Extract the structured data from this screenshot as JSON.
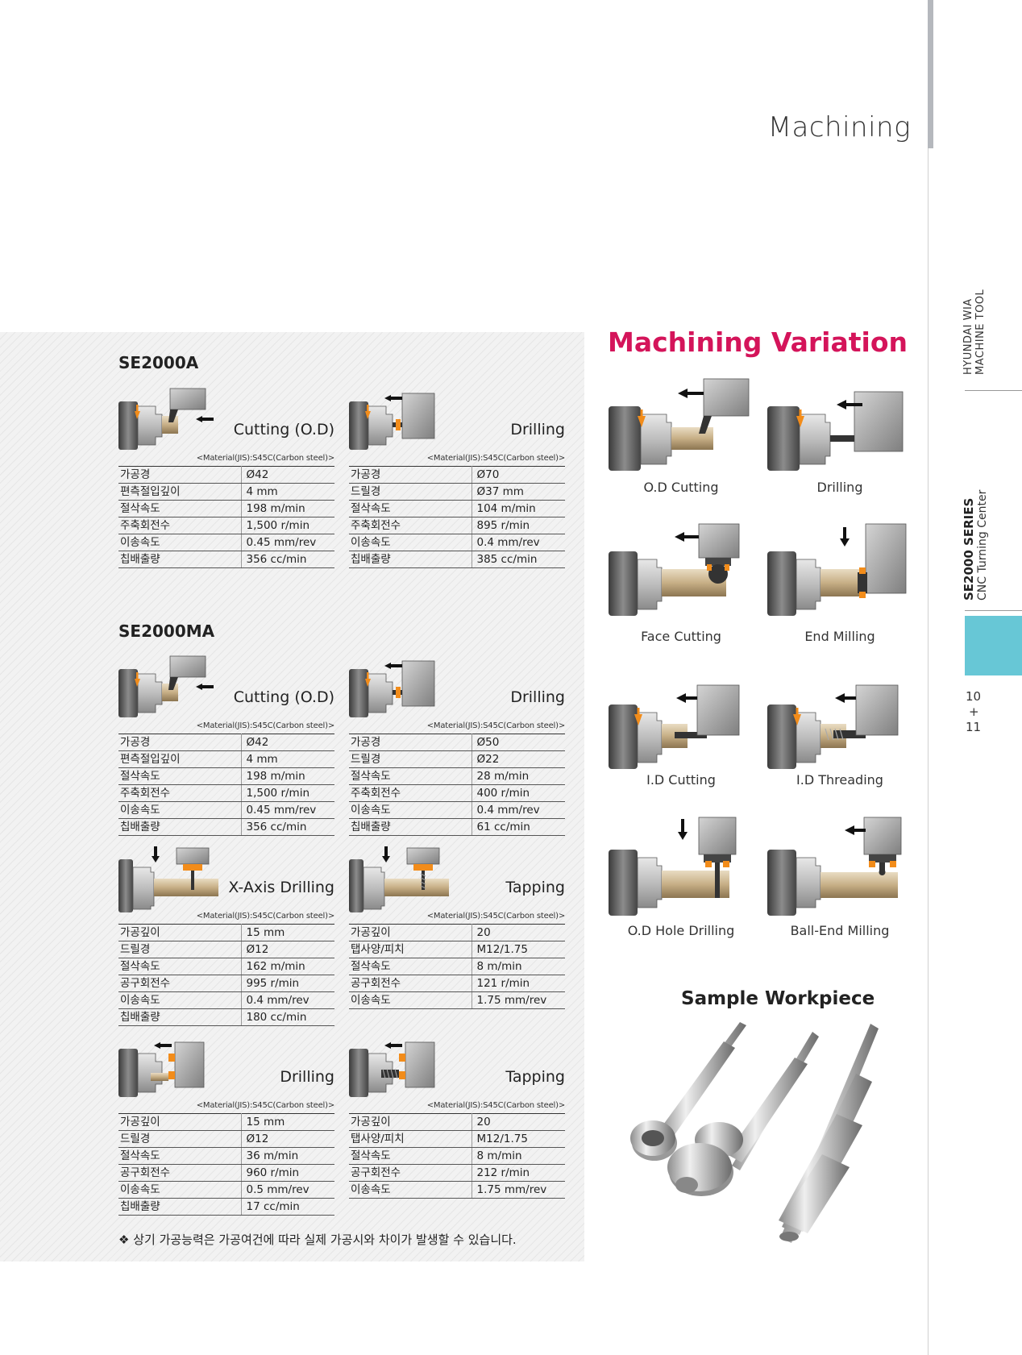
{
  "header": {
    "title": "Machining"
  },
  "rail": {
    "brand_line1": "HYUNDAI WIA",
    "brand_line2": "MACHINE TOOL",
    "series": "SE2000 SERIES",
    "subtitle": "CNC Turning Center",
    "page_a": "10",
    "page_sep": "+",
    "page_b": "11",
    "accent_color": "#67c7d6"
  },
  "left": {
    "model_a": "SE2000A",
    "model_b": "SE2000MA",
    "material": "<Material(JIS):S45C(Carbon steel)>",
    "ops": {
      "a_cut": {
        "name": "Cutting (O.D)",
        "rows": [
          {
            "k": "가공경",
            "v": "Ø42"
          },
          {
            "k": "편측절입깊이",
            "v": "4 mm"
          },
          {
            "k": "절삭속도",
            "v": "198 m/min"
          },
          {
            "k": "주축회전수",
            "v": "1,500 r/min"
          },
          {
            "k": "이송속도",
            "v": "0.45 mm/rev"
          },
          {
            "k": "칩배출량",
            "v": "356 cc/min"
          }
        ]
      },
      "a_drill": {
        "name": "Drilling",
        "rows": [
          {
            "k": "가공경",
            "v": "Ø70"
          },
          {
            "k": "드릴경",
            "v": "Ø37 mm"
          },
          {
            "k": "절삭속도",
            "v": "104 m/min"
          },
          {
            "k": "주축회전수",
            "v": "895 r/min"
          },
          {
            "k": "이송속도",
            "v": "0.4 mm/rev"
          },
          {
            "k": "칩배출량",
            "v": "385 cc/min"
          }
        ]
      },
      "b_cut": {
        "name": "Cutting (O.D)",
        "rows": [
          {
            "k": "가공경",
            "v": "Ø42"
          },
          {
            "k": "편측절입깊이",
            "v": "4 mm"
          },
          {
            "k": "절삭속도",
            "v": "198 m/min"
          },
          {
            "k": "주축회전수",
            "v": "1,500 r/min"
          },
          {
            "k": "이송속도",
            "v": "0.45 mm/rev"
          },
          {
            "k": "칩배출량",
            "v": "356 cc/min"
          }
        ]
      },
      "b_drill": {
        "name": "Drilling",
        "rows": [
          {
            "k": "가공경",
            "v": "Ø50"
          },
          {
            "k": "드릴경",
            "v": "Ø22"
          },
          {
            "k": "절삭속도",
            "v": "28 m/min"
          },
          {
            "k": "주축회전수",
            "v": "400 r/min"
          },
          {
            "k": "이송속도",
            "v": "0.4 mm/rev"
          },
          {
            "k": "칩배출량",
            "v": "61 cc/min"
          }
        ]
      },
      "b_xdrill": {
        "name": "X-Axis Drilling",
        "rows": [
          {
            "k": "가공깊이",
            "v": "15 mm"
          },
          {
            "k": "드릴경",
            "v": "Ø12"
          },
          {
            "k": "절삭속도",
            "v": "162 m/min"
          },
          {
            "k": "공구회전수",
            "v": "995 r/min"
          },
          {
            "k": "이송속도",
            "v": "0.4 mm/rev"
          },
          {
            "k": "칩배출량",
            "v": "180 cc/min"
          }
        ]
      },
      "b_tap": {
        "name": "Tapping",
        "rows": [
          {
            "k": "가공깊이",
            "v": "20"
          },
          {
            "k": "탭사양/피치",
            "v": "M12/1.75"
          },
          {
            "k": "절삭속도",
            "v": "8 m/min"
          },
          {
            "k": "공구회전수",
            "v": "121 r/min"
          },
          {
            "k": "이송속도",
            "v": "1.75 mm/rev"
          }
        ]
      },
      "b_drill2": {
        "name": "Drilling",
        "rows": [
          {
            "k": "가공깊이",
            "v": "15 mm"
          },
          {
            "k": "드릴경",
            "v": "Ø12"
          },
          {
            "k": "절삭속도",
            "v": "36 m/min"
          },
          {
            "k": "공구회전수",
            "v": "960 r/min"
          },
          {
            "k": "이송속도",
            "v": "0.5 mm/rev"
          },
          {
            "k": "칩배출량",
            "v": "17 cc/min"
          }
        ]
      },
      "b_tap2": {
        "name": "Tapping",
        "rows": [
          {
            "k": "가공깊이",
            "v": "20"
          },
          {
            "k": "탭사양/피치",
            "v": "M12/1.75"
          },
          {
            "k": "절삭속도",
            "v": "8 m/min"
          },
          {
            "k": "공구회전수",
            "v": "212 r/min"
          },
          {
            "k": "이송속도",
            "v": "1.75 mm/rev"
          }
        ]
      }
    },
    "note": "❖ 상기 가공능력은 가공여건에 따라 실제 가공시와 차이가 발생할 수 있습니다."
  },
  "variation": {
    "title": "Machining Variation",
    "title_color": "#d4145a",
    "labels": {
      "od_cutting": "O.D Cutting",
      "drilling": "Drilling",
      "face_cutting": "Face Cutting",
      "end_milling": "End Milling",
      "id_cutting": "I.D Cutting",
      "id_threading": "I.D Threading",
      "od_hole_drilling": "O.D Hole Drilling",
      "ball_end_milling": "Ball-End Milling"
    }
  },
  "sample": {
    "title": "Sample Workpiece"
  }
}
